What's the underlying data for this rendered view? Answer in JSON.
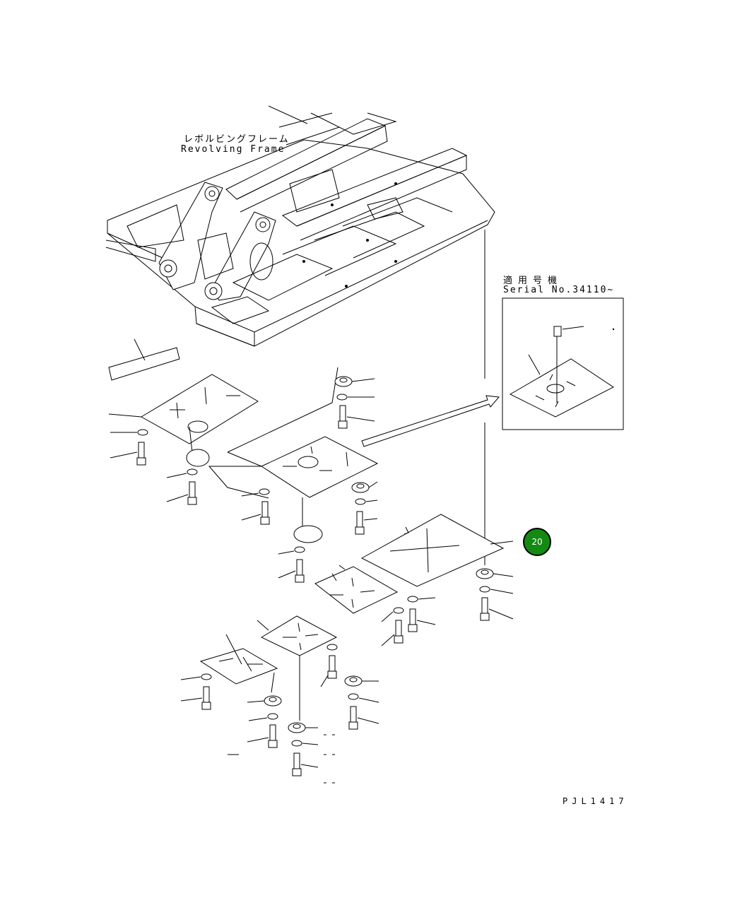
{
  "frame_label": {
    "jp": "レボルビングフレーム",
    "en": "Revolving Frame"
  },
  "serial_note": {
    "jp": "適用号機",
    "en": "Serial No.34110~"
  },
  "callout": {
    "number": "20",
    "color": "#138a12"
  },
  "drawing_code": "PJL1417"
}
